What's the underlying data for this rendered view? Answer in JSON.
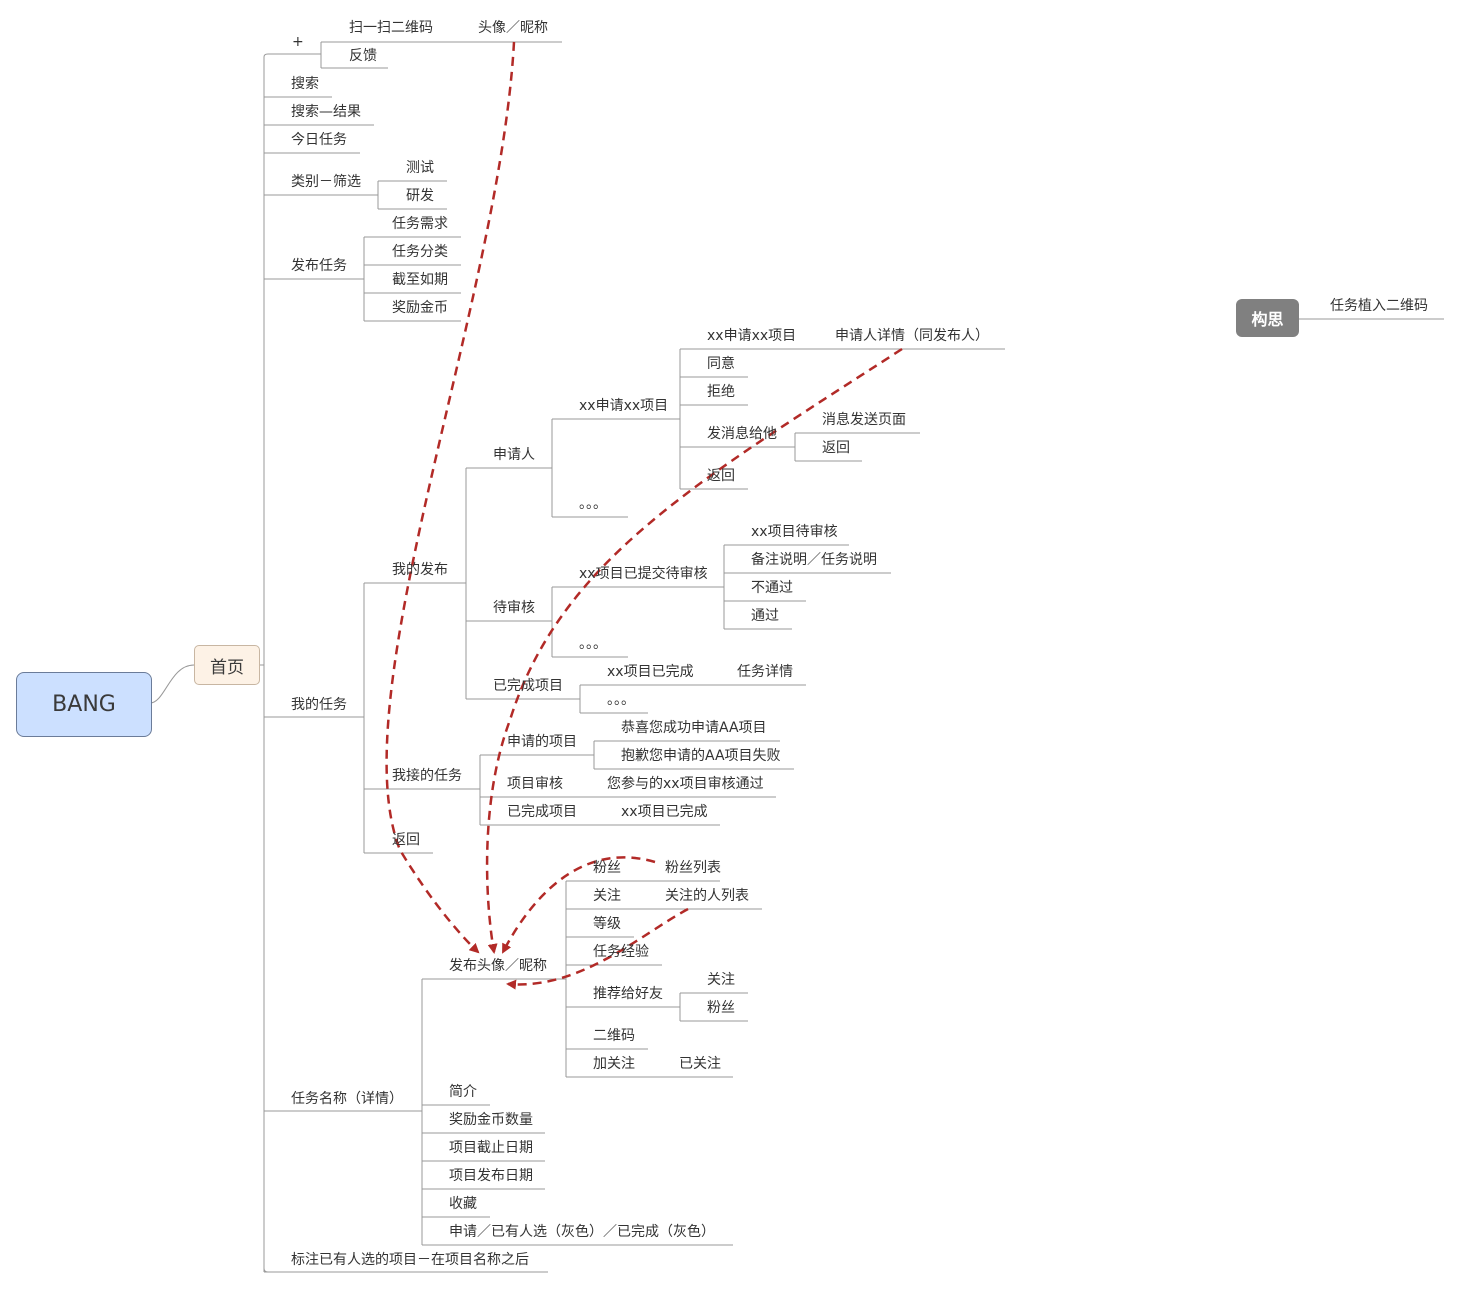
{
  "root": "BANG",
  "home": "首页",
  "idea": "构思",
  "idea_child": "任务植入二维码",
  "plus": {
    "label": "+",
    "scan": "扫一扫二维码",
    "avatar": "头像／昵称",
    "feedback": "反馈"
  },
  "search": "搜索",
  "search_result": "搜索—结果",
  "today": "今日任务",
  "category": {
    "label": "类别－筛选",
    "items": [
      "测试",
      "研发"
    ]
  },
  "publish": {
    "label": "发布任务",
    "items": [
      "任务需求",
      "任务分类",
      "截至如期",
      "奖励金币"
    ]
  },
  "my_tasks": {
    "label": "我的任务",
    "my_publish": {
      "label": "我的发布",
      "applicant": {
        "label": "申请人",
        "apply_item": "xx申请xx项目",
        "dots": "。。。",
        "children": [
          "xx申请xx项目",
          "同意",
          "拒绝",
          "发消息给他",
          "返回"
        ],
        "detail": "申请人详情（同发布人）",
        "message_children": [
          "消息发送页面",
          "返回"
        ]
      },
      "pending": {
        "label": "待审核",
        "submitted": "xx项目已提交待审核",
        "dots": "。。。",
        "children": [
          "xx项目待审核",
          "备注说明／任务说明",
          "不通过",
          "通过"
        ]
      },
      "completed": {
        "label": "已完成项目",
        "item": "xx项目已完成",
        "detail": "任务详情",
        "dots": "。。。"
      }
    },
    "my_accepted": {
      "label": "我接的任务",
      "applied": {
        "label": "申请的项目",
        "items": [
          "恭喜您成功申请AA项目",
          "抱歉您申请的AA项目失败"
        ]
      },
      "review": {
        "label": "项目审核",
        "item": "您参与的xx项目审核通过"
      },
      "done": {
        "label": "已完成项目",
        "item": "xx项目已完成"
      }
    },
    "back": "返回"
  },
  "task_detail": {
    "label": "任务名称（详情）",
    "publisher": {
      "label": "发布头像／昵称",
      "fans": "粉丝",
      "fans_list": "粉丝列表",
      "follow": "关注",
      "follow_list": "关注的人列表",
      "level": "等级",
      "exp": "任务经验",
      "recommend": "推荐给好友",
      "recommend_items": [
        "关注",
        "粉丝"
      ],
      "qrcode": "二维码",
      "add_follow": "加关注",
      "followed": "已关注"
    },
    "items": [
      "简介",
      "奖励金币数量",
      "项目截止日期",
      "项目发布日期",
      "收藏",
      "申请／已有人选（灰色）／已完成（灰色）"
    ]
  },
  "mark_note": "标注已有人选的项目－在项目名称之后",
  "colors": {
    "line": "#999999",
    "relation": "#b22a27",
    "root_fill": "#cce0ff",
    "home_fill": "#fdf2e6",
    "idea_fill": "#808080"
  }
}
